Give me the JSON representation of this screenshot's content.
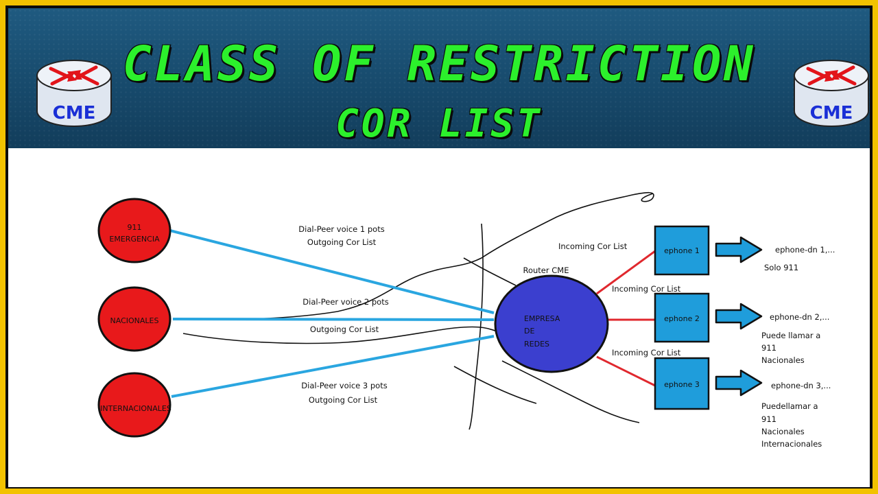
{
  "header": {
    "title": "CLASS OF RESTRICTION",
    "subtitle": "COR LIST",
    "badge_left": "CME",
    "badge_right": "CME"
  },
  "nodes": {
    "emergencia": {
      "line1": "911",
      "line2": "EMERGENCIA"
    },
    "nacionales": "NACIONALES",
    "internacionales": "INTERNACIONALES",
    "router_label": "Router CME",
    "router": {
      "line1": "EMPRESA",
      "line2": "DE",
      "line3": "REDES"
    },
    "ephone1": "ephone 1",
    "ephone2": "ephone 2",
    "ephone3": "ephone 3"
  },
  "links": {
    "dp1_line1": "Dial-Peer voice 1 pots",
    "dp1_line2": "Outgoing Cor List",
    "dp2_line1": "Dial-Peer voice 2 pots",
    "dp2_line2": "Outgoing Cor List",
    "dp3_line1": "Dial-Peer voice 3 pots",
    "dp3_line2": "Outgoing Cor List",
    "incoming1": "Incoming Cor List",
    "incoming2": "Incoming Cor List",
    "incoming3": "Incoming Cor List"
  },
  "results": {
    "dn1": "ephone-dn 1,...",
    "dn1_note": [
      "Solo 911"
    ],
    "dn2": "ephone-dn 2,...",
    "dn2_note": [
      "Puede llamar a",
      "911",
      "Nacionales"
    ],
    "dn3": "ephone-dn 3,...",
    "dn3_note": [
      "Puedellamar a",
      "911",
      "Nacionales",
      "Internacionales"
    ]
  },
  "colors": {
    "accent_green": "#2cf02c",
    "circle_red": "#e8191b",
    "router_blue": "#3b3fcf",
    "ephone_blue": "#1f9ddb",
    "link_blue": "#2aa6e0",
    "link_red": "#e0282e",
    "frame_yellow": "#f2c200"
  }
}
